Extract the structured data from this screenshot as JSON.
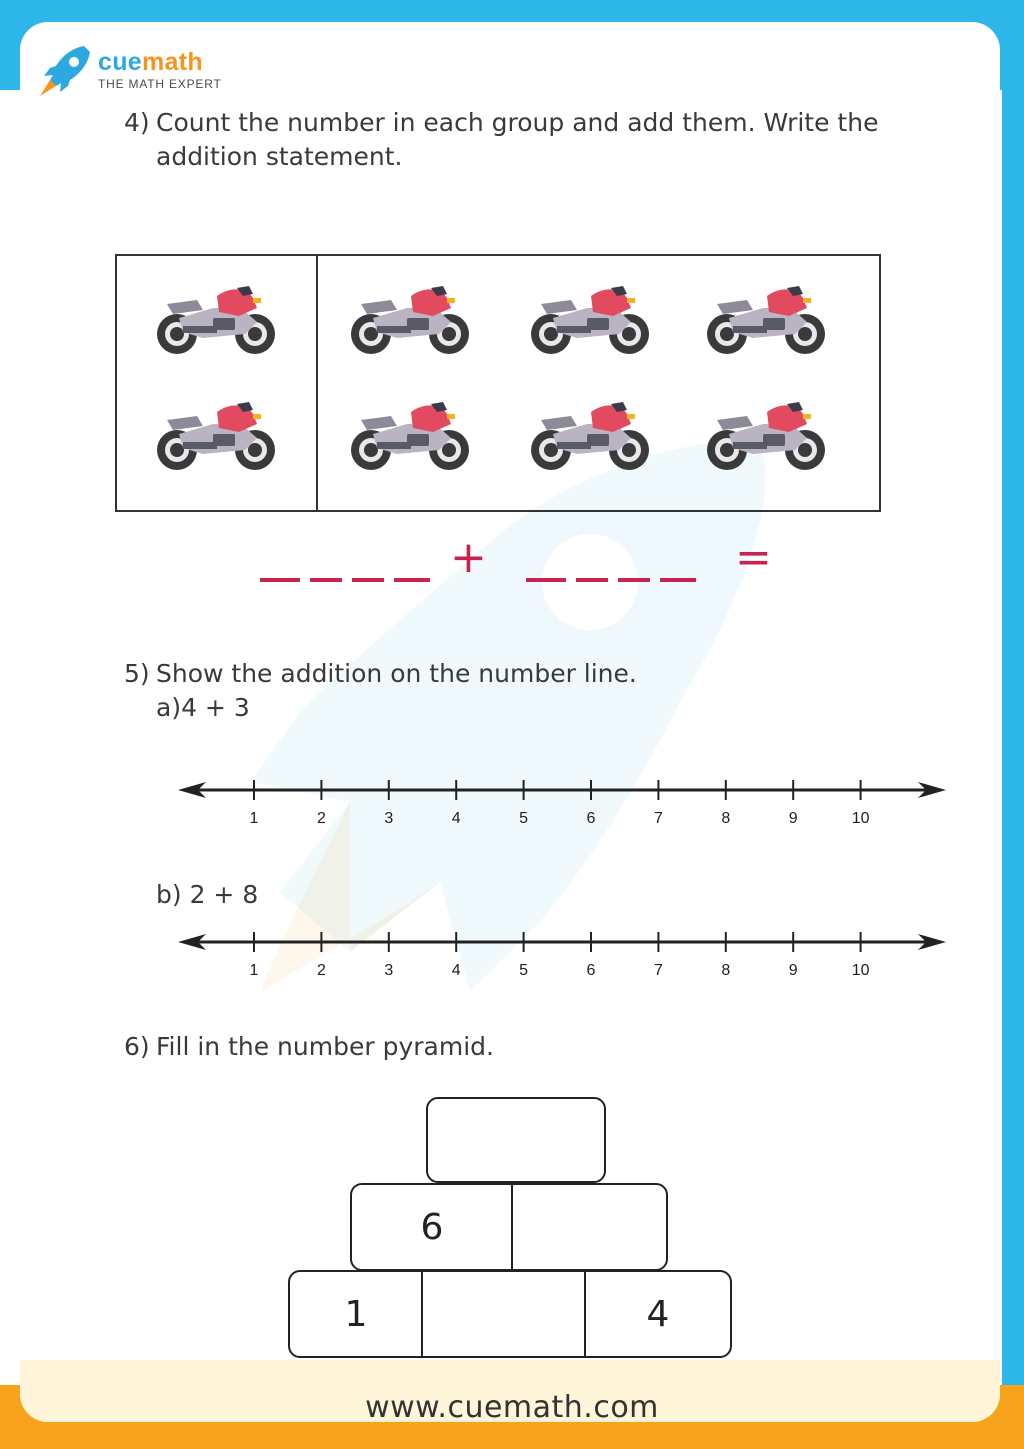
{
  "brand": {
    "name_part1": "cue",
    "name_part2": "math",
    "tagline": "THE MATH EXPERT",
    "blue": "#2cb7e8",
    "orange": "#f7a41c"
  },
  "q4": {
    "number": "4)",
    "text_line1": "Count the number in each group and add them. Write the",
    "text_line2": "addition statement.",
    "left_group_count": 2,
    "right_group_count": 6,
    "item_icon": "motorcycle-icon",
    "plus": "+",
    "equals": "="
  },
  "q5": {
    "number": "5)",
    "text": "Show the addition on the number line.",
    "a_label": "a)",
    "a_expr": "4 + 3",
    "b_label": "b) 2 + 8",
    "ticks": [
      "1",
      "2",
      "3",
      "4",
      "5",
      "6",
      "7",
      "8",
      "9",
      "10"
    ]
  },
  "q6": {
    "number": "6)",
    "text": "Fill in the number pyramid.",
    "top": "",
    "middle": [
      "6",
      ""
    ],
    "bottom": [
      "1",
      "",
      "4"
    ]
  },
  "footer": {
    "url": "www.cuemath.com"
  }
}
